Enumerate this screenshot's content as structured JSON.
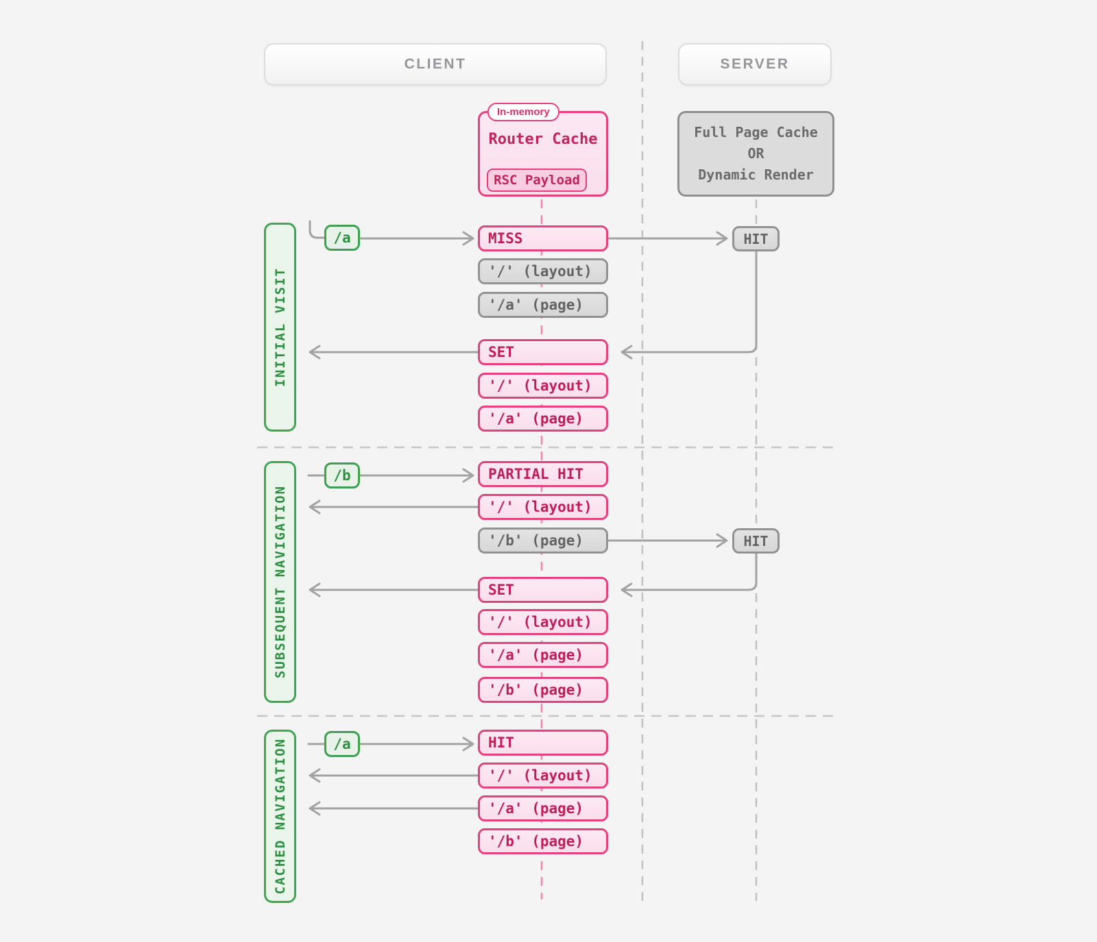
{
  "headers": {
    "client": "CLIENT",
    "server": "SERVER"
  },
  "client_cache": {
    "badge": "In-memory",
    "title": "Router Cache",
    "payload": "RSC Payload"
  },
  "server_cache": {
    "line1": "Full Page Cache",
    "line2": "OR",
    "line3": "Dynamic Render"
  },
  "sections": [
    {
      "label": "INITIAL VISIT",
      "route": "/a",
      "rows": {
        "r1": "MISS",
        "r2": "'/' (layout)",
        "r3": "'/a' (page)",
        "r4": "SET",
        "r5": "'/' (layout)",
        "r6": "'/a' (page)"
      },
      "server_hit": "HIT"
    },
    {
      "label": "SUBSEQUENT NAVIGATION",
      "route": "/b",
      "rows": {
        "r1": "PARTIAL HIT",
        "r2": "'/' (layout)",
        "r3": "'/b' (page)",
        "r4": "SET",
        "r5": "'/' (layout)",
        "r6": "'/a' (page)",
        "r7": "'/b' (page)"
      },
      "server_hit": "HIT"
    },
    {
      "label": "CACHED NAVIGATION",
      "route": "/a",
      "rows": {
        "r1": "HIT",
        "r2": "'/' (layout)",
        "r3": "'/a' (page)",
        "r4": "'/b' (page)"
      }
    }
  ],
  "colors": {
    "pink_border": "#e5417e",
    "pink_text": "#c01e5a",
    "pink_fill": "#fbe3ee",
    "pink_dash": "#f483ad",
    "green_border": "#3da14d",
    "green_text": "#2e8f41",
    "gray_border": "#919191",
    "gray_text": "#646464",
    "line_gray": "#a2a2a2",
    "dash_gray": "#c0c0c0"
  }
}
